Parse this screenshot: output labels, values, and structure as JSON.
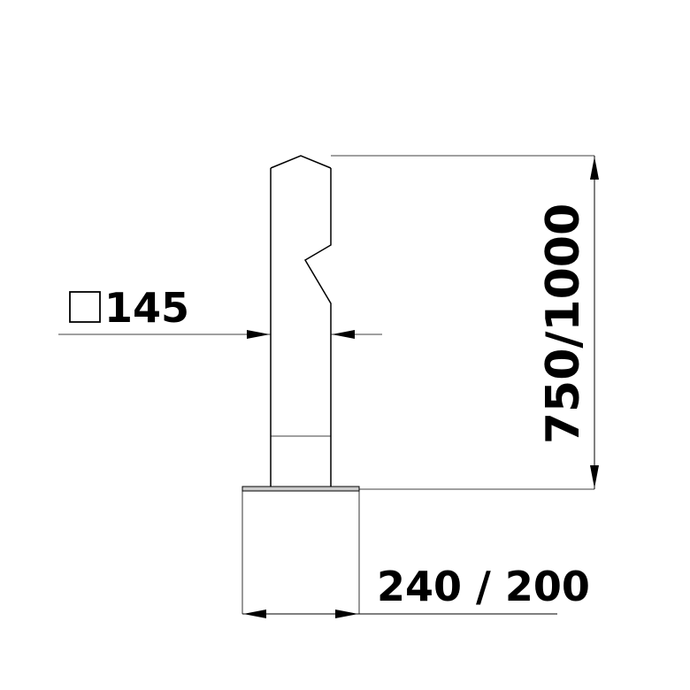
{
  "dimensions": {
    "section_label": "145",
    "height_label": "750/1000",
    "base_label": "240 / 200"
  },
  "colors": {
    "line": "#000000",
    "background": "#ffffff",
    "base_plate_fill": "#cccccc"
  },
  "icons": {
    "section_symbol": "square-section-icon"
  }
}
